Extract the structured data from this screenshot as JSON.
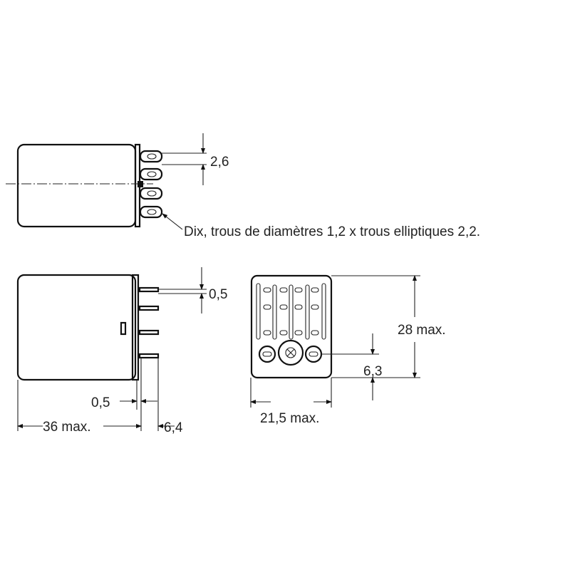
{
  "annotations": {
    "pitch_top": "2,6",
    "hole_note": "Dix, trous de diamètres 1,2 x trous elliptiques 2,2.",
    "pin_thickness": "0,5",
    "flange_thickness": "0,5",
    "length": "36 max.",
    "pin_length": "6,4",
    "height": "28 max.",
    "pin_offset": "6,3",
    "width": "21,5 max."
  }
}
